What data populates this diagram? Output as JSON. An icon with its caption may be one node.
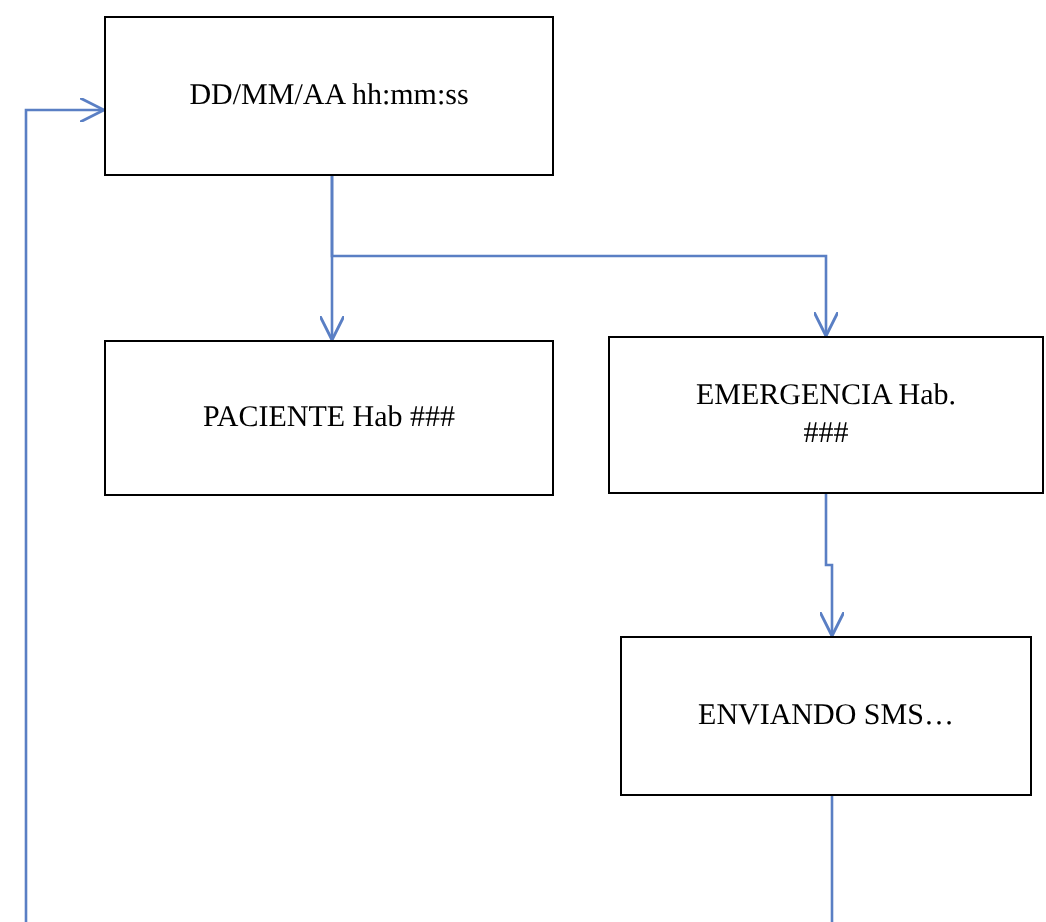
{
  "diagram": {
    "nodes": [
      {
        "text": [
          "DD/MM/AA hh:mm:ss"
        ]
      },
      {
        "text": [
          "PACIENTE Hab ###"
        ]
      },
      {
        "text": [
          "EMERGENCIA Hab. ###"
        ]
      },
      {
        "text": [
          "ENVIANDO SMS…"
        ]
      }
    ],
    "edges": [
      {
        "from": 0,
        "to": 1,
        "arrow": "to"
      },
      {
        "from": 0,
        "to": 2,
        "arrow": "to"
      },
      {
        "from": 2,
        "to": 3,
        "arrow": "to"
      },
      {
        "from": 3,
        "to": null,
        "arrow": "none"
      },
      {
        "from": null,
        "to": 0,
        "arrow": "to"
      }
    ]
  }
}
